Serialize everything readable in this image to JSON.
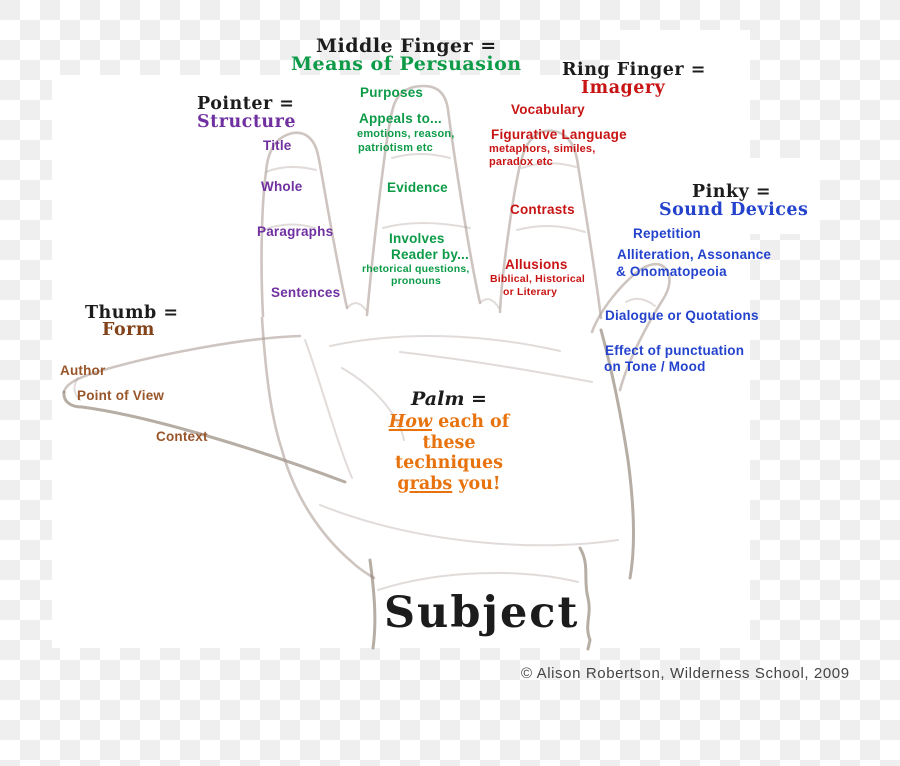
{
  "palette": {
    "ink": "#1c1c1c",
    "green": "#0d9b48",
    "purple": "#7030a0",
    "red": "#c81414",
    "blue": "#2443cd",
    "orange": "#e8730e",
    "form_brown": "#82421a",
    "label_brown": "#99552a",
    "pencil": "#a5968e",
    "credit_gray": "#444444",
    "checker": "#efefef"
  },
  "fingers": {
    "middle": {
      "header": "Middle Finger =",
      "meaning": "Means of Persuasion",
      "labels": [
        "Purposes",
        "Appeals to...",
        "emotions, reason,",
        "patriotism etc",
        "Evidence",
        "Involves",
        "Reader by...",
        "rhetorical questions,",
        "pronouns"
      ]
    },
    "pointer": {
      "header": "Pointer =",
      "meaning": "Structure",
      "labels": [
        "Title",
        "Whole",
        "Paragraphs",
        "Sentences"
      ]
    },
    "ring": {
      "header": "Ring Finger =",
      "meaning": "Imagery",
      "labels": [
        "Vocabulary",
        "Figurative Language",
        "metaphors, similes,",
        "paradox etc",
        "Contrasts",
        "Allusions",
        "Biblical, Historical",
        "or Literary"
      ]
    },
    "pinky": {
      "header": "Pinky =",
      "meaning": "Sound Devices",
      "labels": [
        "Repetition",
        "Alliteration, Assonance",
        "& Onomatopeoia",
        "Dialogue or Quotations",
        "Effect of punctuation",
        "on Tone / Mood"
      ]
    },
    "thumb": {
      "header": "Thumb =",
      "meaning": "Form",
      "labels": [
        "Author",
        "Point of View",
        "Context"
      ]
    }
  },
  "palm": {
    "header": "Palm =",
    "line1_underlined": "How",
    "line1_rest": " each of",
    "line2": "these",
    "line3": "techniques",
    "line4_underlined": "grabs",
    "line4_rest": " you!"
  },
  "subject": "Subject",
  "credit": "© Alison Robertson, Wilderness School, 2009"
}
